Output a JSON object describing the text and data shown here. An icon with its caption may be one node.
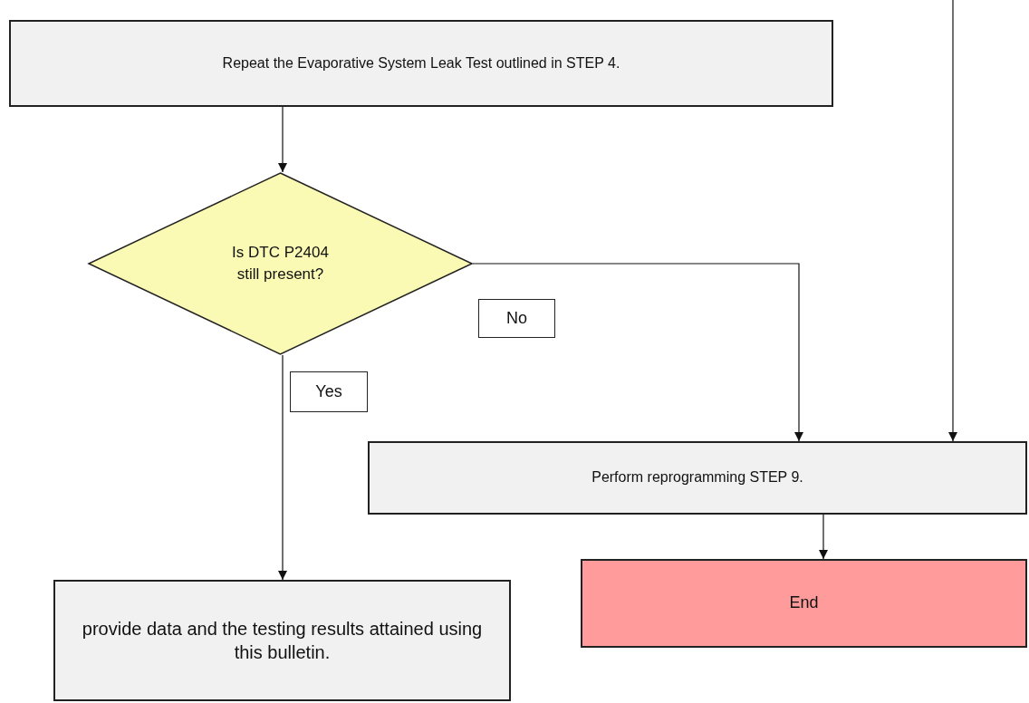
{
  "diagram": {
    "nodes": [
      {
        "text": [
          "Repeat the Evaporative System Leak Test outlined in STEP 4."
        ]
      },
      {
        "text": [
          "Is DTC P2404 still present?"
        ]
      },
      {
        "text": [
          "Perform reprogramming STEP 9."
        ]
      },
      {
        "text": [
          "End"
        ]
      },
      {
        "text": [
          "provide data and the testing results attained using this bulletin."
        ]
      }
    ],
    "edges": [
      {
        "from": 0,
        "to": 1,
        "arrow": "to"
      },
      {
        "from": 1,
        "to": 2,
        "arrow": "to",
        "label": "No"
      },
      {
        "from": 1,
        "to": 4,
        "arrow": "to",
        "label": "Yes"
      },
      {
        "from": null,
        "to": 2,
        "arrow": "to"
      },
      {
        "from": 2,
        "to": 3,
        "arrow": "to"
      }
    ]
  }
}
